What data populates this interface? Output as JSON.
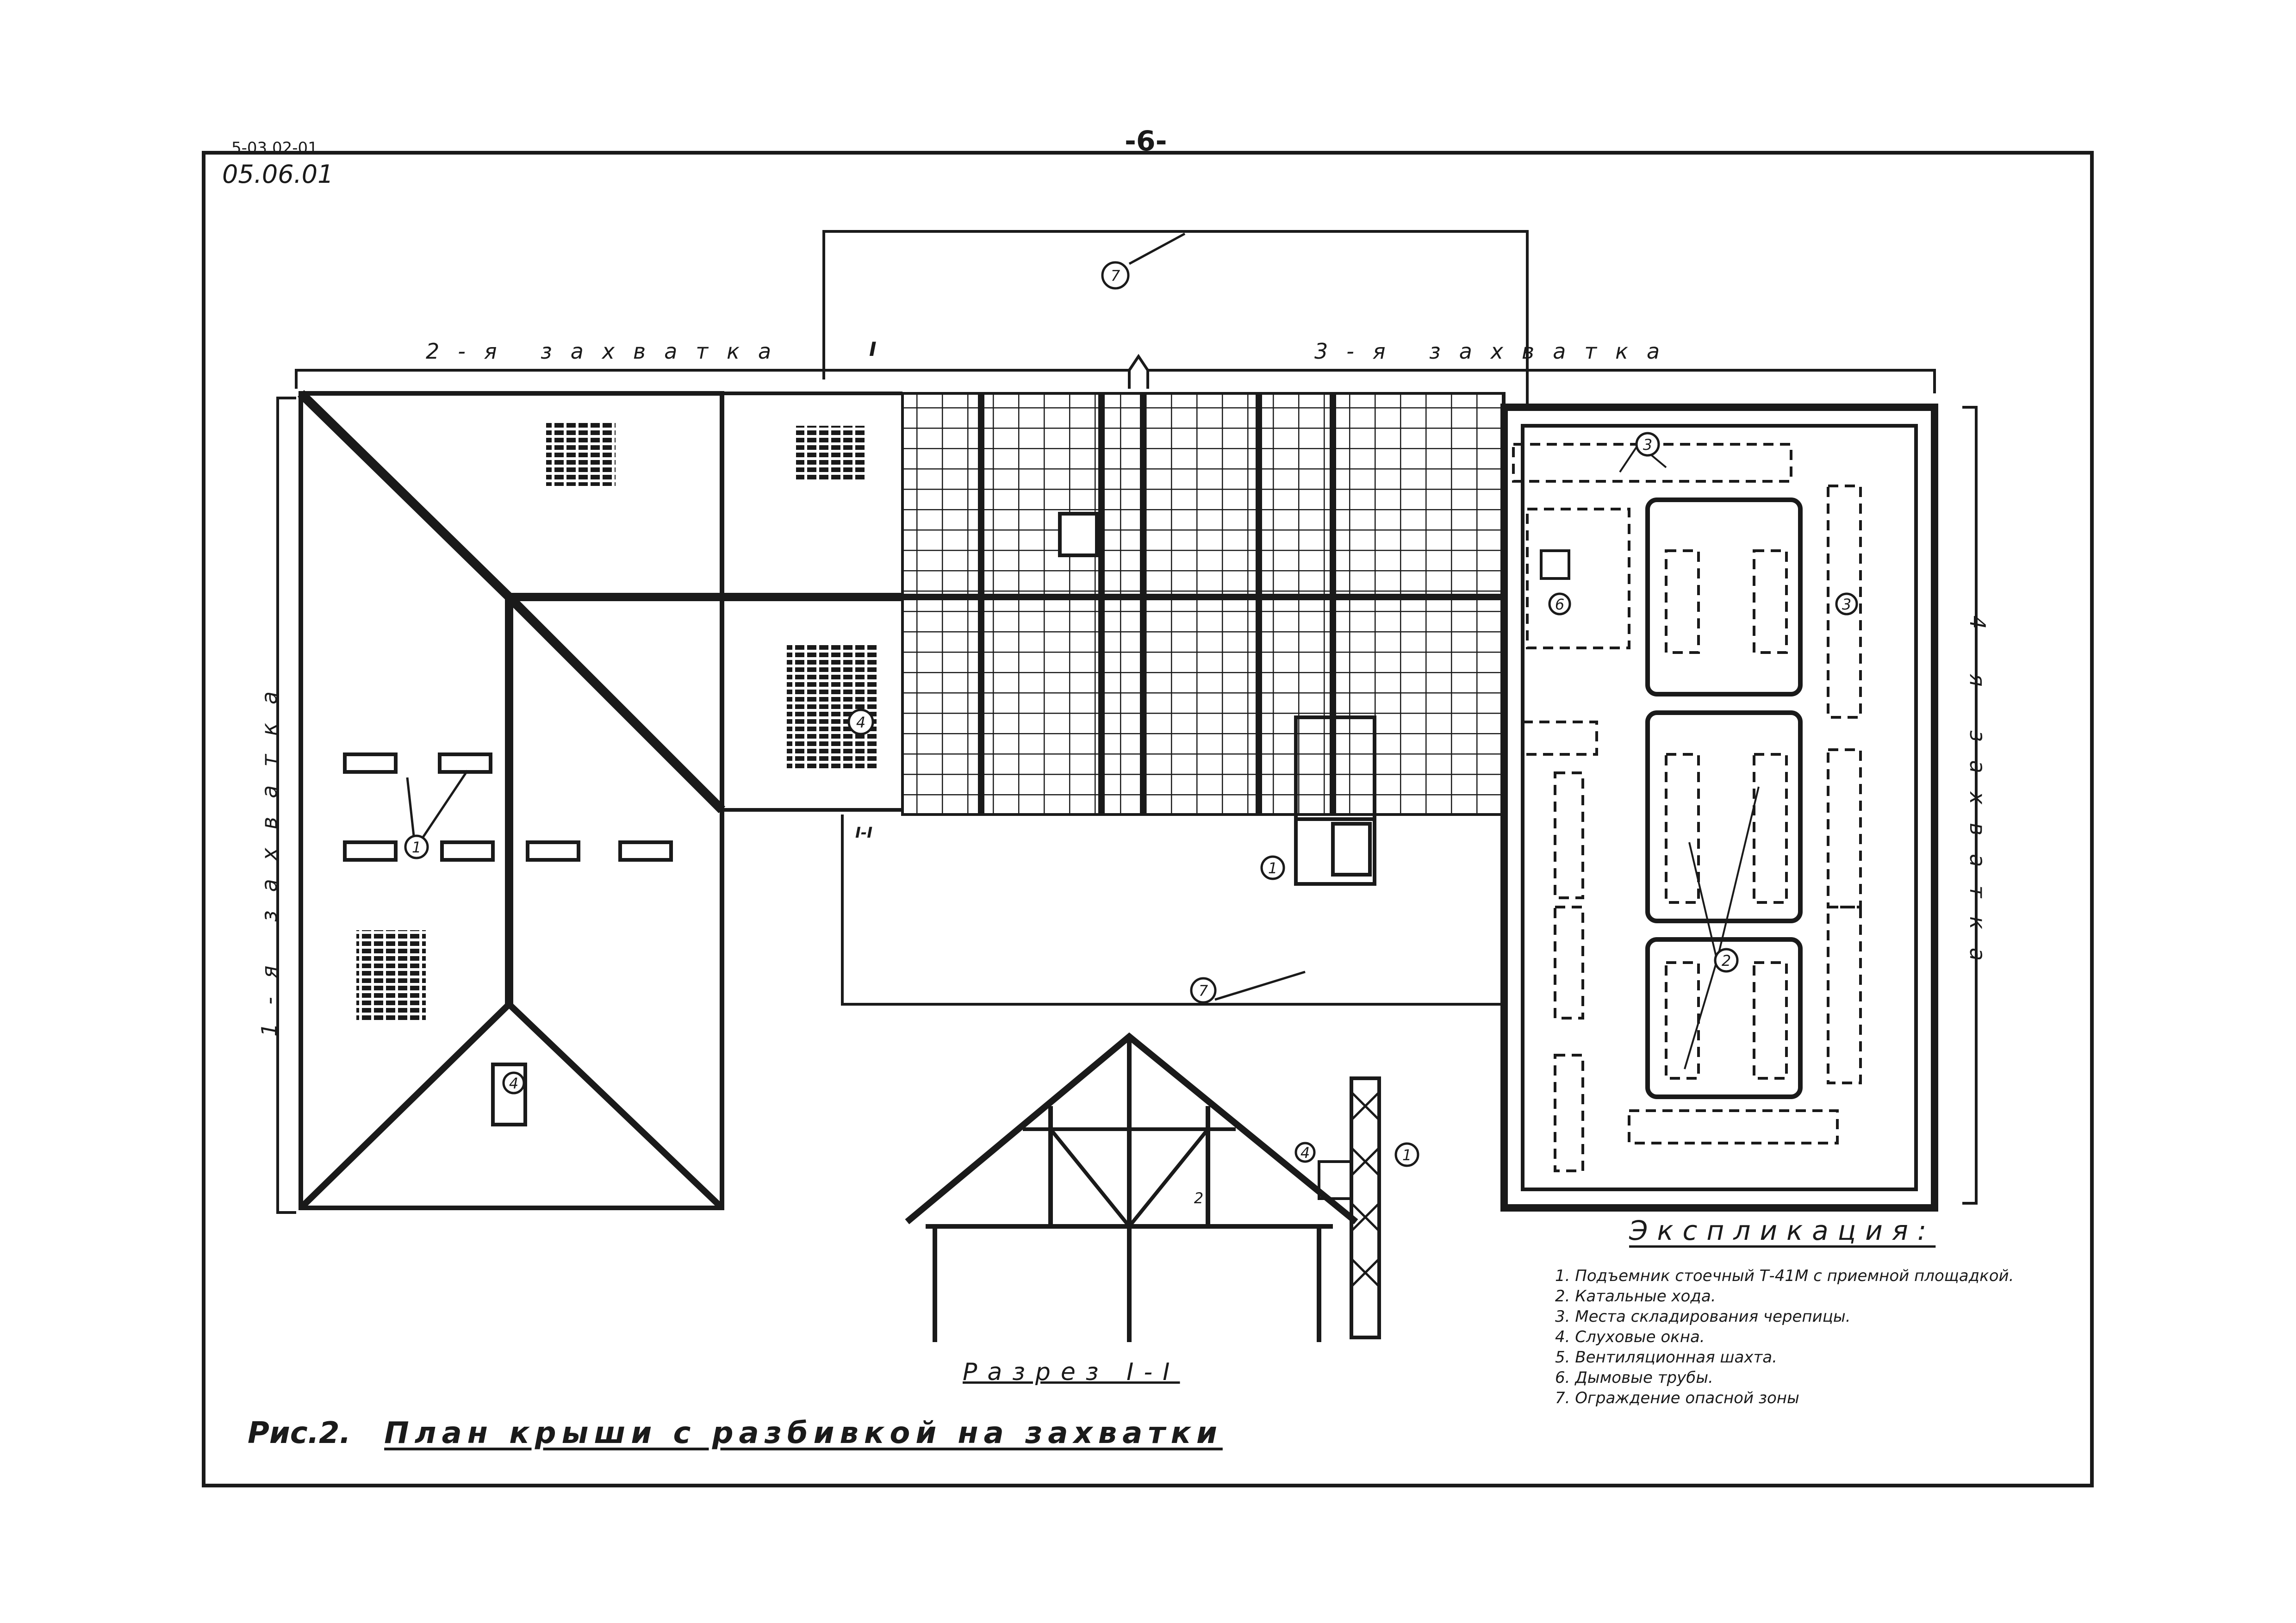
{
  "header": {
    "code_top": "5-03.02-01",
    "code_sub": "05.06.01",
    "page_number": "-6-"
  },
  "zones": {
    "zone_1": "1-я  захватка",
    "zone_2": "2-я  захватка",
    "zone_3": "3-я  захватка",
    "zone_4": "4-я  захватка"
  },
  "section": {
    "mark_top": "I",
    "mark_bottom": "I-I",
    "caption": "Разрез  I-I"
  },
  "callouts": [
    "1",
    "2",
    "3",
    "4",
    "6",
    "7"
  ],
  "figure": {
    "number": "Рис.2.",
    "title": "План крыши с разбивкой на захватки"
  },
  "legend": {
    "title": "Экспликация:",
    "items": [
      "1. Подъемник стоечный Т-41М с приемной площадкой.",
      "2. Катальные хода.",
      "3. Места складирования черепицы.",
      "4. Слуховые окна.",
      "5. Вентиляционная шахта.",
      "6. Дымовые трубы.",
      "7. Ограждение опасной зоны"
    ]
  },
  "colors": {
    "ink": "#1a1a1a",
    "paper": "#ffffff"
  }
}
